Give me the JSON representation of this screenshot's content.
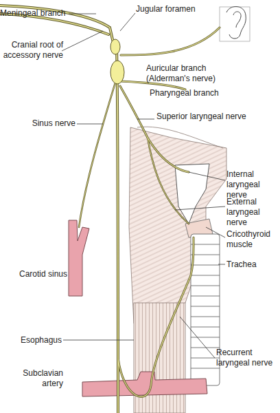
{
  "diagram": {
    "labels": [
      "Meningeal branch",
      "Jugular foramen",
      "Cranial root of accessory nerve",
      "Auricular branch (Alderman's nerve)",
      "Pharyngeal branch",
      "Sinus nerve",
      "Superior laryngeal nerve",
      "Internal laryngeal nerve",
      "Carotid sinus",
      "External laryngeal nerve",
      "Cricothyroid muscle",
      "Trachea",
      "Esophagus",
      "Subclavian artery",
      "Recurrent laryngeal nerve"
    ]
  }
}
